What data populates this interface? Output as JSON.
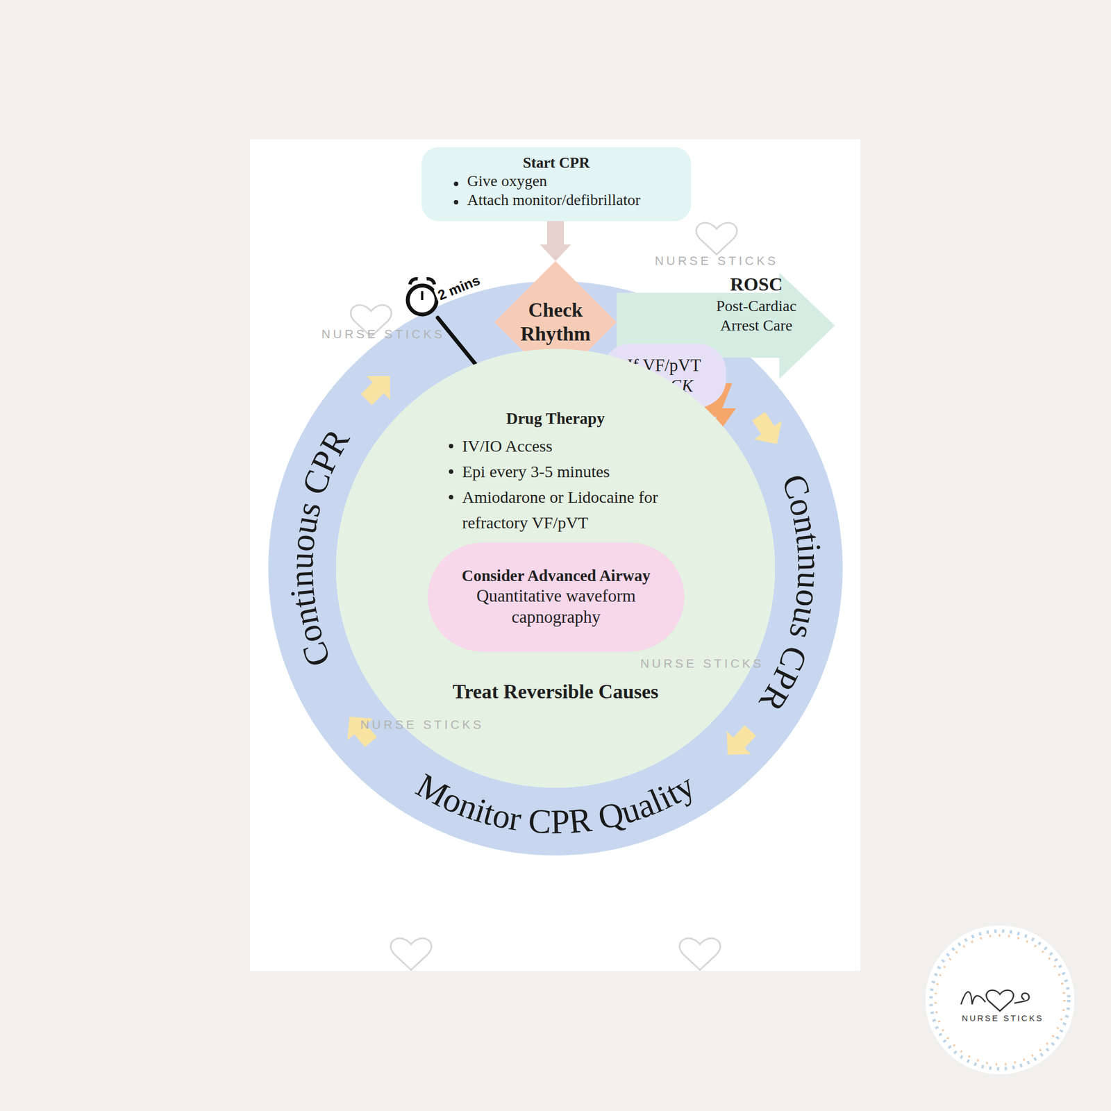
{
  "diagram": {
    "nodes": [
      {
        "text": [
          "Start CPR",
          "Give oxygen",
          "Attach monitor/defibrillator"
        ]
      },
      {
        "text": [
          "Check Rhythm"
        ]
      },
      {
        "text": [
          "ROSC",
          "Post-Cardiac Arrest Care"
        ]
      },
      {
        "text": [
          "If VF/pVT",
          "SHOCK"
        ]
      },
      {
        "text": [
          "Drug Therapy",
          "IV/IO Access",
          "Epi every 3-5 minutes",
          "Amiodarone or Lidocaine for refractory VF/pVT",
          "Treat Reversible Causes"
        ]
      },
      {
        "text": [
          "Consider Advanced Airway",
          "Quantitative waveform capnography"
        ],
        "in": 4
      }
    ],
    "edges": [
      {
        "from": 0,
        "to": 1,
        "arrow": "to"
      }
    ],
    "labels": [
      "2 mins",
      "Continuous CPR",
      "Continuous CPR",
      "Monitor CPR Quality",
      "NURSE STICKS",
      "NURSE STICKS",
      "NURSE STICKS",
      "NURSE STICKS",
      "NURSE STICKS"
    ]
  }
}
